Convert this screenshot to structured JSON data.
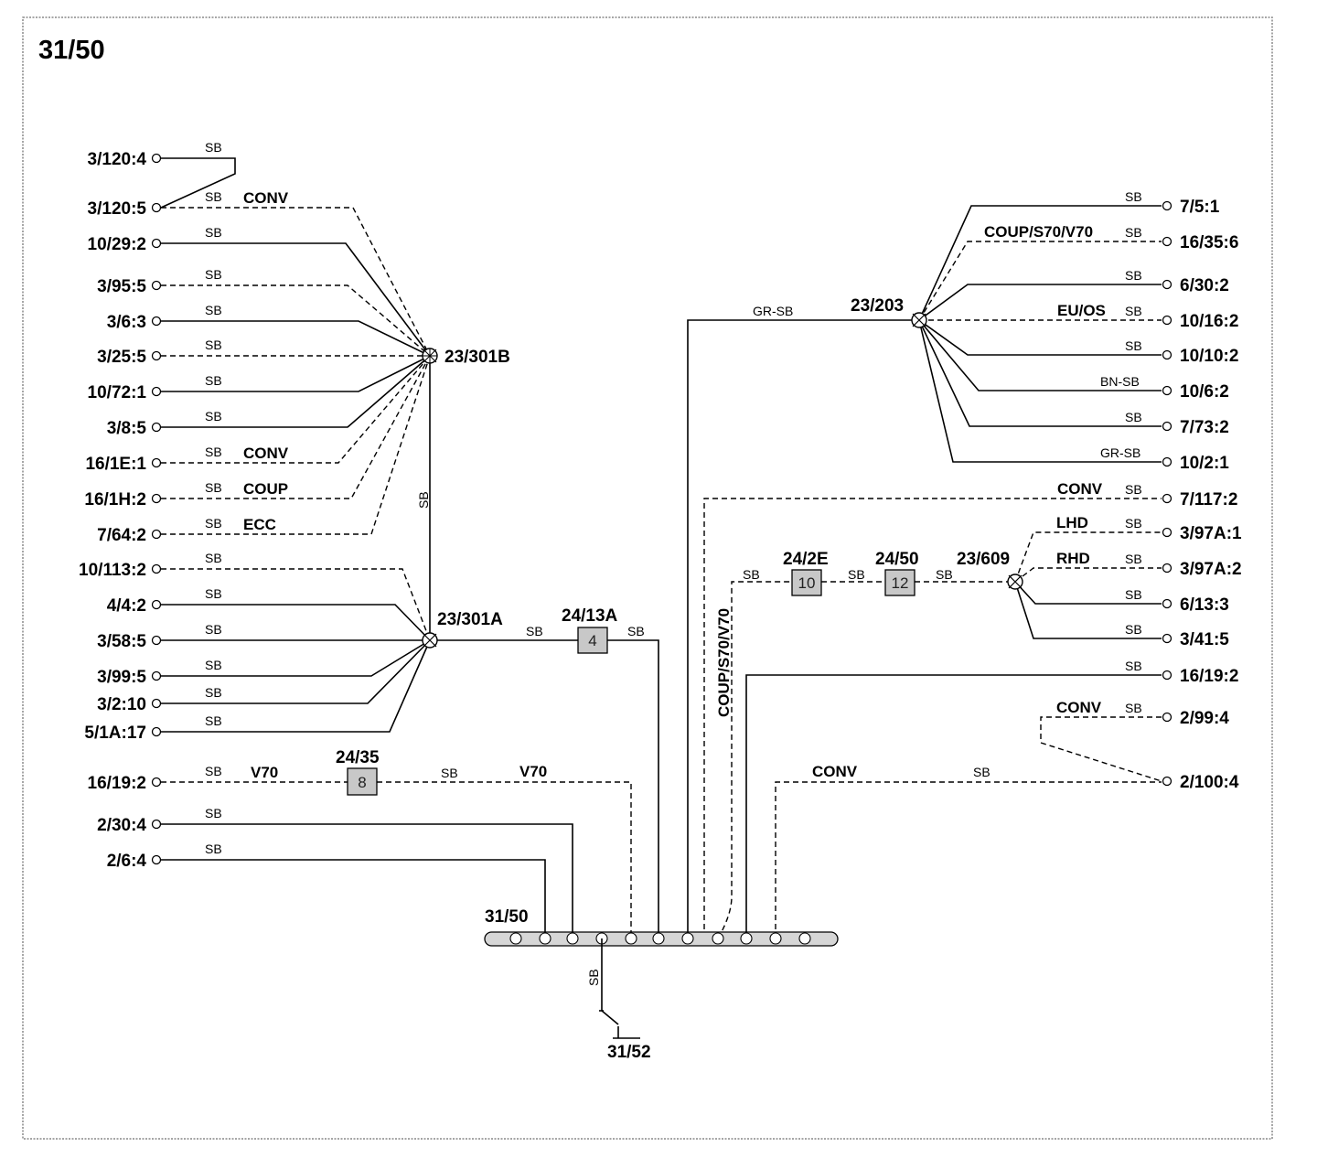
{
  "diagram": {
    "title": "31/50",
    "left_terminals": [
      {
        "name": "3/120:4",
        "wire": "SB",
        "opt": ""
      },
      {
        "name": "3/120:5",
        "wire": "SB",
        "opt": "CONV"
      },
      {
        "name": "10/29:2",
        "wire": "SB",
        "opt": ""
      },
      {
        "name": "3/95:5",
        "wire": "SB",
        "opt": ""
      },
      {
        "name": "3/6:3",
        "wire": "SB",
        "opt": ""
      },
      {
        "name": "3/25:5",
        "wire": "SB",
        "opt": ""
      },
      {
        "name": "10/72:1",
        "wire": "SB",
        "opt": ""
      },
      {
        "name": "3/8:5",
        "wire": "SB",
        "opt": ""
      },
      {
        "name": "16/1E:1",
        "wire": "SB",
        "opt": "CONV"
      },
      {
        "name": "16/1H:2",
        "wire": "SB",
        "opt": "COUP"
      },
      {
        "name": "7/64:2",
        "wire": "SB",
        "opt": "ECC"
      },
      {
        "name": "10/113:2",
        "wire": "SB",
        "opt": ""
      },
      {
        "name": "4/4:2",
        "wire": "SB",
        "opt": ""
      },
      {
        "name": "3/58:5",
        "wire": "SB",
        "opt": ""
      },
      {
        "name": "3/99:5",
        "wire": "SB",
        "opt": ""
      },
      {
        "name": "3/2:10",
        "wire": "SB",
        "opt": ""
      },
      {
        "name": "5/1A:17",
        "wire": "SB",
        "opt": ""
      },
      {
        "name": "16/19:2",
        "wire": "SB",
        "opt": "V70"
      },
      {
        "name": "2/30:4",
        "wire": "SB",
        "opt": ""
      },
      {
        "name": "2/6:4",
        "wire": "SB",
        "opt": ""
      }
    ],
    "right_terminals": [
      {
        "name": "7/5:1",
        "wire": "SB",
        "opt": ""
      },
      {
        "name": "16/35:6",
        "wire": "SB",
        "opt": "COUP/S70/V70"
      },
      {
        "name": "6/30:2",
        "wire": "SB",
        "opt": ""
      },
      {
        "name": "10/16:2",
        "wire": "SB",
        "opt": "EU/OS"
      },
      {
        "name": "10/10:2",
        "wire": "SB",
        "opt": ""
      },
      {
        "name": "10/6:2",
        "wire": "BN-SB",
        "opt": ""
      },
      {
        "name": "7/73:2",
        "wire": "SB",
        "opt": ""
      },
      {
        "name": "10/2:1",
        "wire": "GR-SB",
        "opt": ""
      },
      {
        "name": "7/117:2",
        "wire": "SB",
        "opt": "CONV"
      },
      {
        "name": "3/97A:1",
        "wire": "SB",
        "opt": "LHD"
      },
      {
        "name": "3/97A:2",
        "wire": "SB",
        "opt": "RHD"
      },
      {
        "name": "6/13:3",
        "wire": "SB",
        "opt": ""
      },
      {
        "name": "3/41:5",
        "wire": "SB",
        "opt": ""
      },
      {
        "name": "16/19:2",
        "wire": "SB",
        "opt": ""
      },
      {
        "name": "2/99:4",
        "wire": "SB",
        "opt": "CONV"
      },
      {
        "name": "2/100:4",
        "wire": "SB",
        "opt": "CONV"
      }
    ],
    "splices": {
      "s301b": "23/301B",
      "s301a": "23/301A",
      "s203": "23/203",
      "s609": "23/609"
    },
    "connectors": {
      "c2413a": {
        "label": "24/13A",
        "pin": "4"
      },
      "c2435": {
        "label": "24/35",
        "pin": "8"
      },
      "c242e": {
        "label": "24/2E",
        "pin": "10"
      },
      "c2450": {
        "label": "24/50",
        "pin": "12"
      }
    },
    "ground_bar": "31/50",
    "ground_point": "31/52",
    "wire_labels": {
      "sb": "SB",
      "grsb": "GR-SB",
      "coup_vert": "COUP/S70/V70",
      "v70": "V70",
      "conv": "CONV"
    }
  }
}
